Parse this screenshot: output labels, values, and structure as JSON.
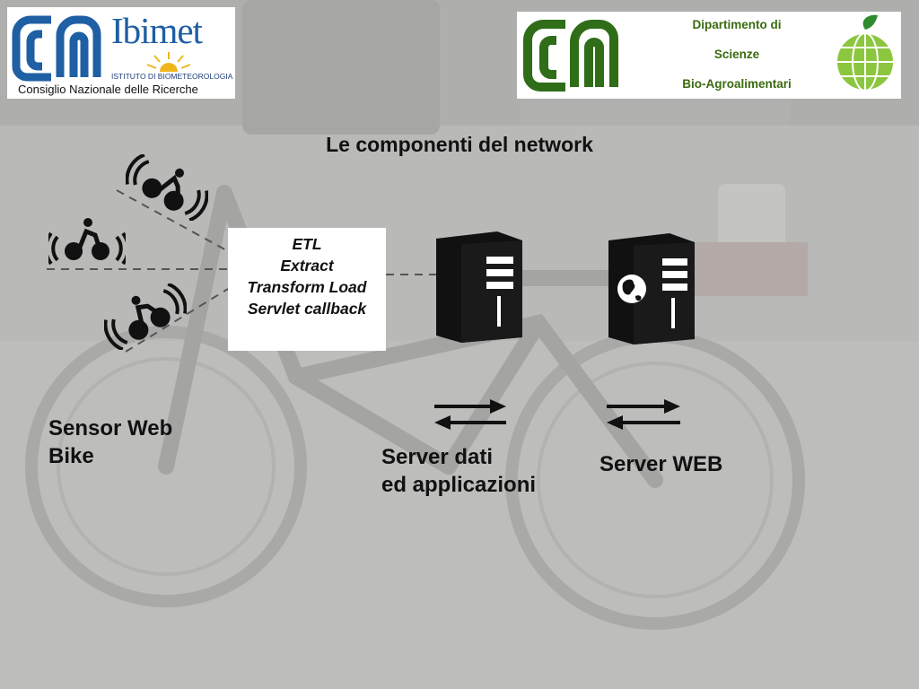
{
  "header": {
    "logo_left": {
      "brand": "Ibimet",
      "subtitle": "ISTITUTO DI BIOMETEOROLOGIA",
      "institution": "Consiglio Nazionale delle Ricerche"
    },
    "logo_right": {
      "department_lines": [
        "Dipartimento di",
        "Scienze",
        "Bio-Agroalimentari"
      ]
    }
  },
  "slide": {
    "title": "Le componenti del network"
  },
  "etl_box": {
    "lines": [
      "ETL",
      "Extract",
      "Transform Load",
      "Servlet callback"
    ]
  },
  "labels": {
    "sensor_bike": [
      "Sensor Web",
      "Bike"
    ],
    "server_data": [
      "Server dati",
      "ed applicazioni"
    ],
    "server_web": "Server WEB"
  },
  "icons": [
    "cnr-logo-icon",
    "ibimet-sun-icon",
    "dsba-globe-apple-icon",
    "bike-sensor-icon",
    "server-tower-icon",
    "web-server-tower-icon",
    "bidirectional-arrows-icon"
  ],
  "colors": {
    "background": "#b8b8b6",
    "cnr_blue": "#1f5fa3",
    "dept_green": "#3a6a10"
  }
}
